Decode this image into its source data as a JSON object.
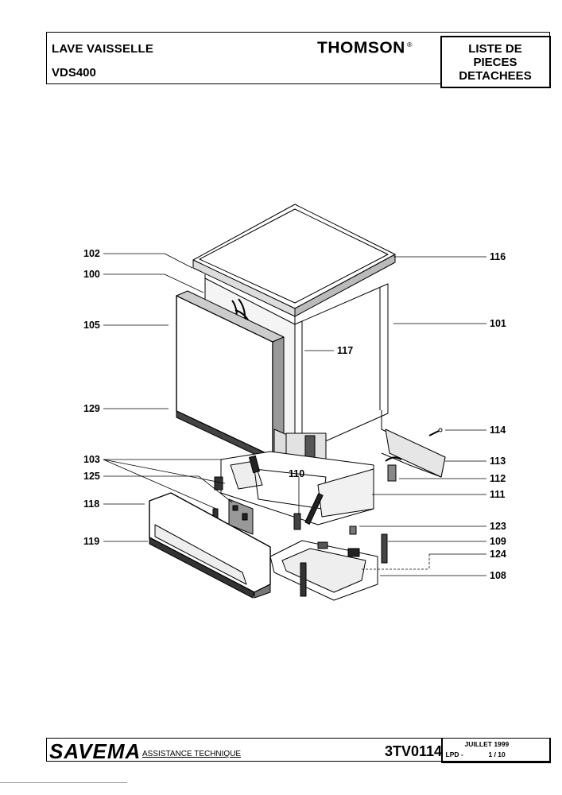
{
  "header": {
    "product": "LAVE VAISSELLE",
    "model": "VDS400",
    "brand": "THOMSON",
    "brand_mark": "®",
    "doc_type": [
      "LISTE DE",
      "PIECES",
      "DETACHEES"
    ]
  },
  "callouts": {
    "c102": "102",
    "c100": "100",
    "c105": "105",
    "c129": "129",
    "c103": "103",
    "c125": "125",
    "c118": "118",
    "c119": "119",
    "c110": "110",
    "c117": "117",
    "c116": "116",
    "c101": "101",
    "c114": "114",
    "c113": "113",
    "c112": "112",
    "c111": "111",
    "c123": "123",
    "c109": "109",
    "c124": "124",
    "c108": "108"
  },
  "footer": {
    "logo": "SAVEMA",
    "tagline": "ASSISTANCE TECHNIQUE",
    "code": "3TV0114",
    "date": "JUILLET 1999",
    "lpd": "LPD -",
    "page": "1 / 10"
  }
}
